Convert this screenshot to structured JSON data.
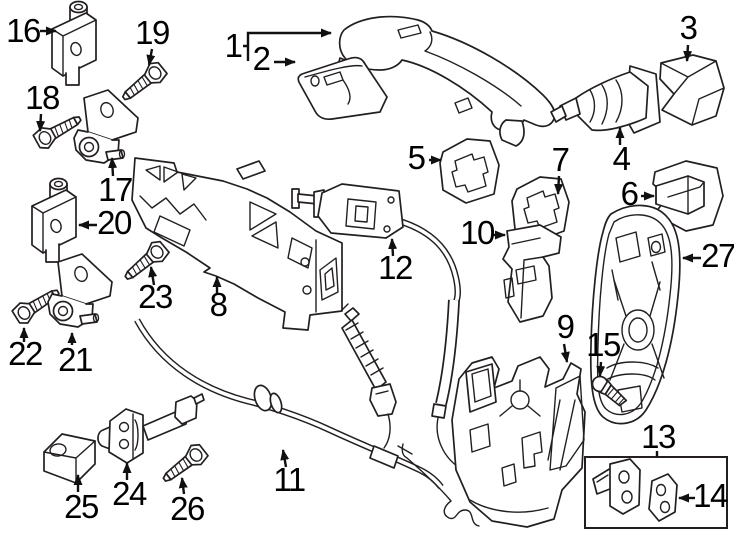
{
  "diagram": {
    "colors": {
      "line": "#231f20",
      "background": "#ffffff",
      "label_text": "#000000"
    },
    "callouts": {
      "c1": "1",
      "c2": "2",
      "c3": "3",
      "c4": "4",
      "c5": "5",
      "c6": "6",
      "c7": "7",
      "c8": "8",
      "c9": "9",
      "c10": "10",
      "c11": "11",
      "c12": "12",
      "c13": "13",
      "c14": "14",
      "c15": "15",
      "c16": "16",
      "c17": "17",
      "c18": "18",
      "c19": "19",
      "c20": "20",
      "c21": "21",
      "c22": "22",
      "c23": "23",
      "c24": "24",
      "c25": "25",
      "c26": "26",
      "c27": "27"
    }
  }
}
